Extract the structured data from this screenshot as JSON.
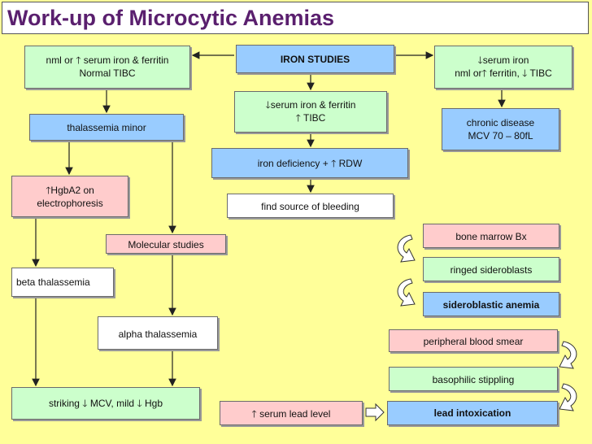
{
  "title": "Work-up of Microcytic Anemias",
  "nodes": {
    "nml_serum": {
      "l1": "nml or 🡑 serum iron & ferritin",
      "l2": "Normal TIBC"
    },
    "iron_studies": {
      "l1": "IRON STUDIES"
    },
    "low_serum_right": {
      "l1": "🡓serum iron",
      "l2": "nml or🡑 ferritin, 🡓 TIBC"
    },
    "low_serum_center": {
      "l1": "🡓serum iron & ferritin",
      "l2": "🡑 TIBC"
    },
    "thal_minor": {
      "l1": "thalassemia minor"
    },
    "chronic_disease": {
      "l1": "chronic disease",
      "l2": "MCV 70 – 80fL"
    },
    "iron_def": {
      "l1": "iron deficiency + 🡑 RDW"
    },
    "hgba2": {
      "l1": "🡑HgbA2 on",
      "l2": "electrophoresis"
    },
    "source_bleeding": {
      "l1": "find source of bleeding"
    },
    "bone_marrow": {
      "l1": "bone marrow Bx"
    },
    "molecular": {
      "l1": "Molecular studies"
    },
    "ringed": {
      "l1": "ringed sideroblasts"
    },
    "beta_thal": {
      "l1": "beta thalassemia"
    },
    "sideroblastic": {
      "l1": "sideroblastic anemia"
    },
    "alpha_thal": {
      "l1": "alpha thalassemia"
    },
    "peripheral": {
      "l1": "peripheral blood smear"
    },
    "basophilic": {
      "l1": "basophilic  stippling"
    },
    "striking": {
      "l1": "striking 🡓 MCV, mild 🡓 Hgb"
    },
    "lead_level": {
      "l1": "🡑 serum lead level"
    },
    "lead_intox": {
      "l1": "lead intoxication"
    }
  }
}
